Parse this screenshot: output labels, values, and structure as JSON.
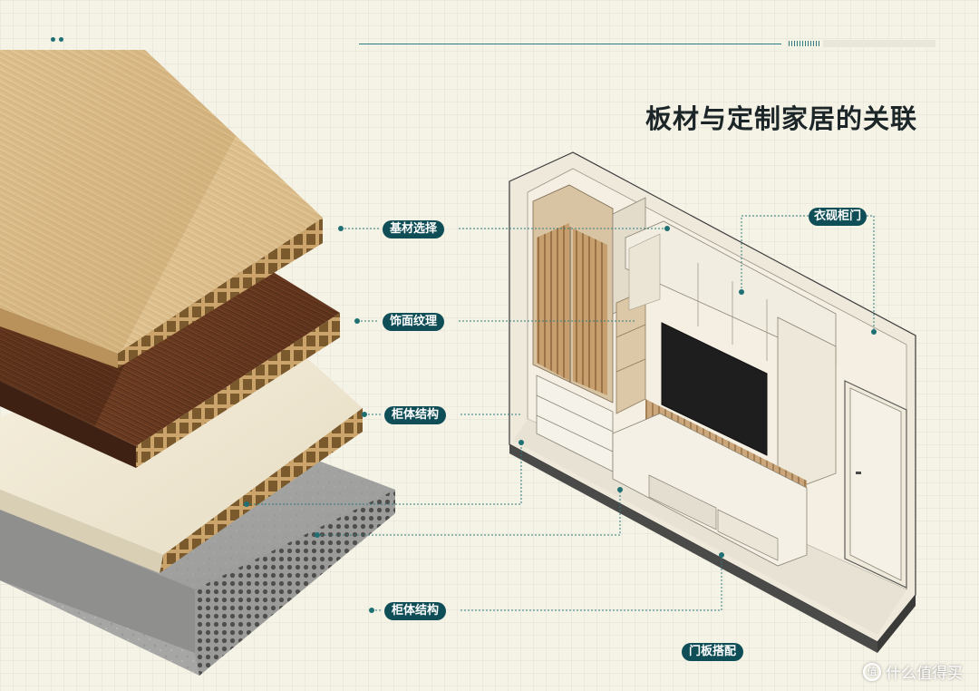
{
  "title": "板材与定制家居的关联",
  "labels": {
    "substrate": "基材选择",
    "finish": "饰面纹理",
    "cabinet_structure_1": "柜体结构",
    "cabinet_structure_2": "柜体结构",
    "cabinet_door": "衣砚柜门",
    "door_panel": "门板搭配"
  },
  "watermark": {
    "icon": "值",
    "text": "什么值得买"
  },
  "colors": {
    "accent": "#0f4e56",
    "line": "#2f7c80",
    "oak": "#dcbf8f",
    "walnut": "#6a3b22",
    "cream": "#f1ead6",
    "stone": "#a8a8a6"
  }
}
